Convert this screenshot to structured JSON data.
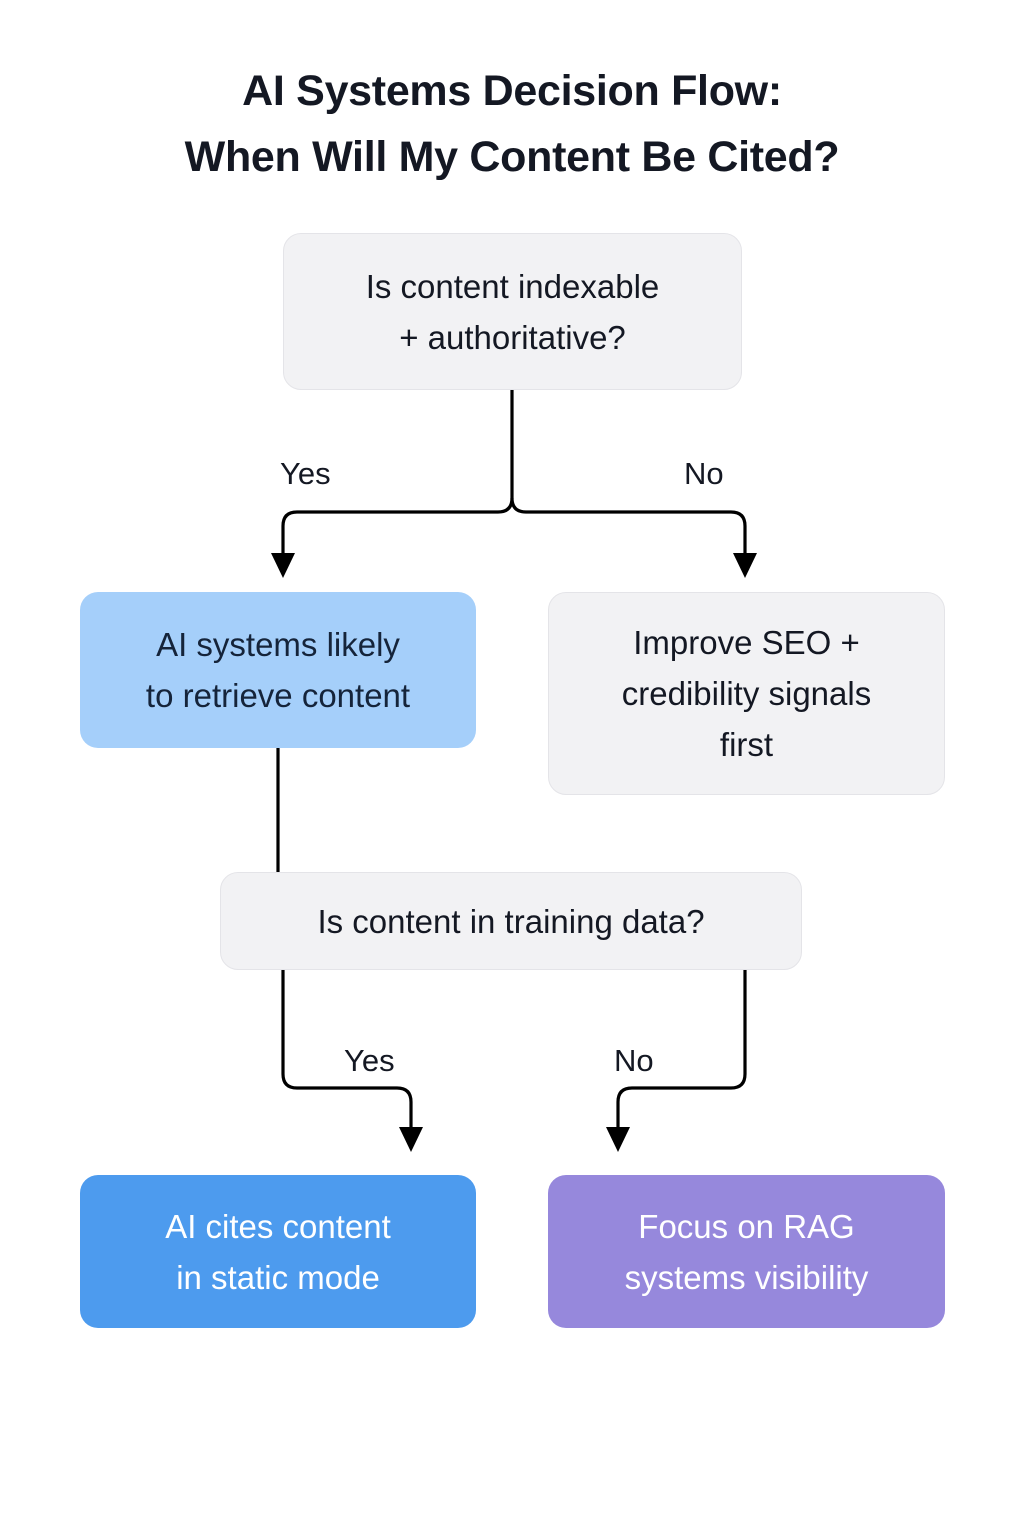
{
  "title": {
    "line1": "AI Systems Decision Flow:",
    "line2": "When Will My Content Be Cited?"
  },
  "nodes": {
    "q1": {
      "line1": "Is content indexable",
      "line2": "+ authoritative?"
    },
    "retrieve": {
      "line1": "AI systems likely",
      "line2": "to retrieve content"
    },
    "seo": {
      "line1": "Improve SEO +",
      "line2": "credibility signals",
      "line3": "first"
    },
    "q2": {
      "line1": "Is content in training data?"
    },
    "static": {
      "line1": "AI cites content",
      "line2": "in static mode"
    },
    "rag": {
      "line1": "Focus on RAG",
      "line2": "systems visibility"
    }
  },
  "edge_labels": {
    "yes_1": "Yes",
    "no_1": "No",
    "yes_2": "Yes",
    "no_2": "No"
  },
  "colors": {
    "background": "#ffffff",
    "title_text": "#141823",
    "neutral_fill": "#f2f2f4",
    "neutral_border": "#e4e4e8",
    "lightblue_fill": "#a5cffa",
    "blue_fill": "#4d9bee",
    "purple_fill": "#9688dc",
    "connector": "#000000",
    "on_color_text": "#ffffff"
  },
  "chart_data": {
    "type": "diagram",
    "diagram_type": "flowchart",
    "title": "AI Systems Decision Flow: When Will My Content Be Cited?",
    "nodes": [
      {
        "id": "q1",
        "label": "Is content indexable + authoritative?",
        "shape": "rounded-rect",
        "kind": "decision",
        "fill": "#f2f2f4"
      },
      {
        "id": "retrieve",
        "label": "AI systems likely to retrieve content",
        "shape": "rounded-rect",
        "kind": "outcome",
        "fill": "#a5cffa"
      },
      {
        "id": "seo",
        "label": "Improve SEO + credibility signals first",
        "shape": "rounded-rect",
        "kind": "action",
        "fill": "#f2f2f4"
      },
      {
        "id": "q2",
        "label": "Is content in training data?",
        "shape": "rounded-rect",
        "kind": "decision",
        "fill": "#f2f2f4"
      },
      {
        "id": "static",
        "label": "AI cites content in static mode",
        "shape": "rounded-rect",
        "kind": "terminal",
        "fill": "#4d9bee"
      },
      {
        "id": "rag",
        "label": "Focus on RAG systems visibility",
        "shape": "rounded-rect",
        "kind": "terminal",
        "fill": "#9688dc"
      }
    ],
    "edges": [
      {
        "from": "q1",
        "to": "retrieve",
        "label": "Yes"
      },
      {
        "from": "q1",
        "to": "seo",
        "label": "No"
      },
      {
        "from": "retrieve",
        "to": "q2",
        "label": ""
      },
      {
        "from": "q2",
        "to": "static",
        "label": "Yes"
      },
      {
        "from": "q2",
        "to": "rag",
        "label": "No"
      }
    ]
  }
}
